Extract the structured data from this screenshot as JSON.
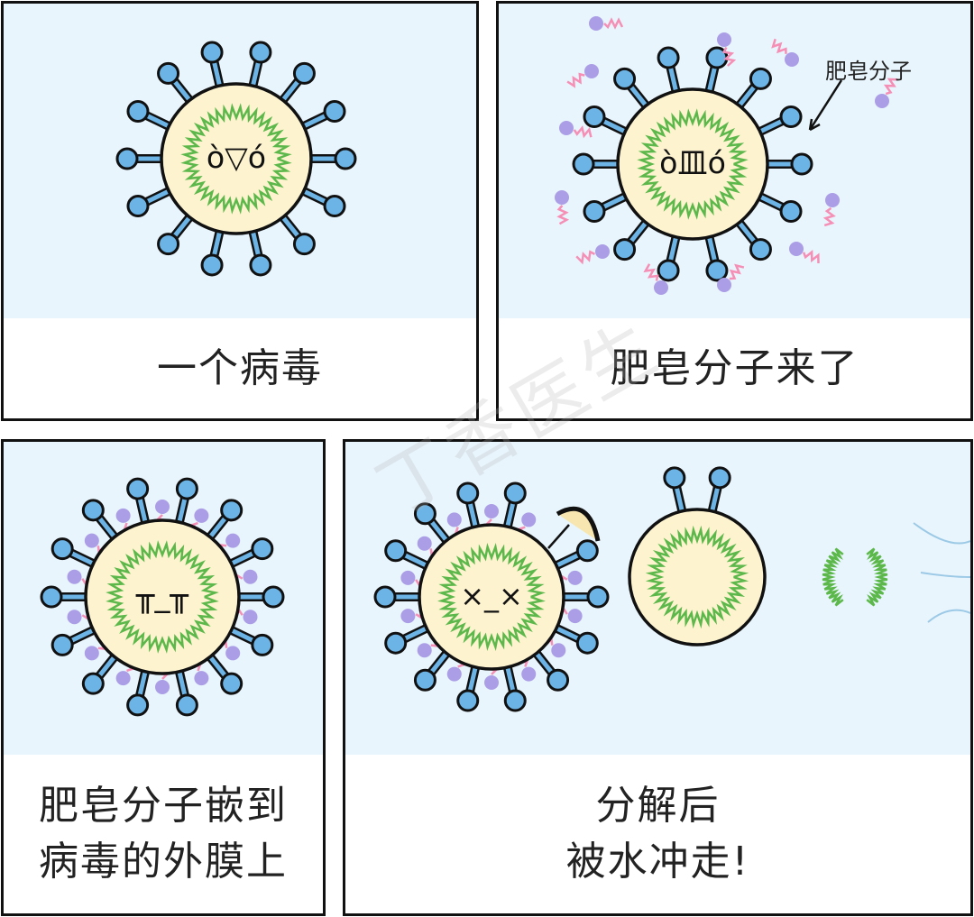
{
  "panels": [
    {
      "caption": [
        "一个病毒"
      ]
    },
    {
      "caption": [
        "肥皂分子来了"
      ],
      "annotation": "肥皂分子"
    },
    {
      "caption": [
        "肥皂分子嵌到",
        "病毒的外膜上"
      ]
    },
    {
      "caption": [
        "分解后",
        "被水冲走!"
      ]
    }
  ],
  "watermark": "丁香医生",
  "colors": {
    "background": "#e8f5fd",
    "spike": "#6cb4e6",
    "membrane": "#fdf3cf",
    "rna": "#5cb84a",
    "soap_head": "#ab9ee6",
    "soap_tail": "#f58fb5"
  }
}
